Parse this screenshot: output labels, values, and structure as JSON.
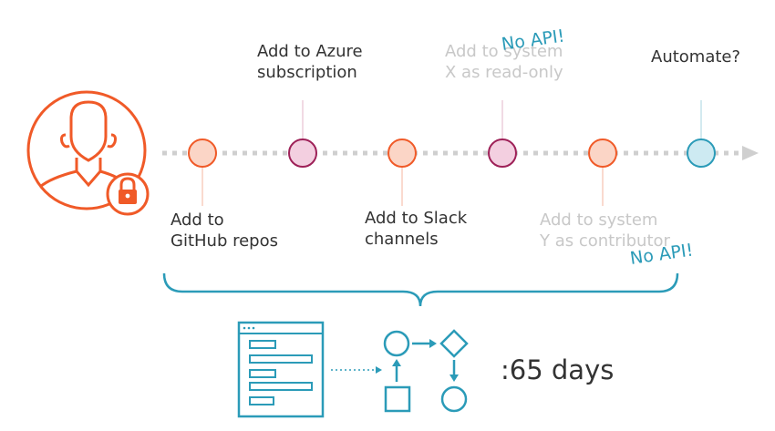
{
  "steps": [
    {
      "line1": "Add to",
      "line2": "GitHub repos"
    },
    {
      "line1": "Add to Azure",
      "line2": "subscription"
    },
    {
      "line1": "Add to Slack",
      "line2": "channels"
    },
    {
      "line1": "Add to system",
      "line2": "X as read-only"
    },
    {
      "line1": "Add to system",
      "line2": "Y as contributor"
    },
    {
      "line1": "Automate?",
      "line2": ""
    }
  ],
  "annotations": {
    "no_api_top": "No API!",
    "no_api_bottom": "No API!"
  },
  "result": {
    "duration_text": ":65 days"
  },
  "colors": {
    "orange": "#f05a28",
    "orange_fill": "#fbd5c6",
    "magenta": "#9e2158",
    "magenta_fill": "#f3cfe0",
    "teal": "#2b9bb8",
    "teal_fill": "#cdeaf2",
    "timeline": "#cfcfcf"
  },
  "icons": {
    "user": "user-icon",
    "lock": "lock-icon",
    "document": "document-icon",
    "workflow": "workflow-icon"
  }
}
